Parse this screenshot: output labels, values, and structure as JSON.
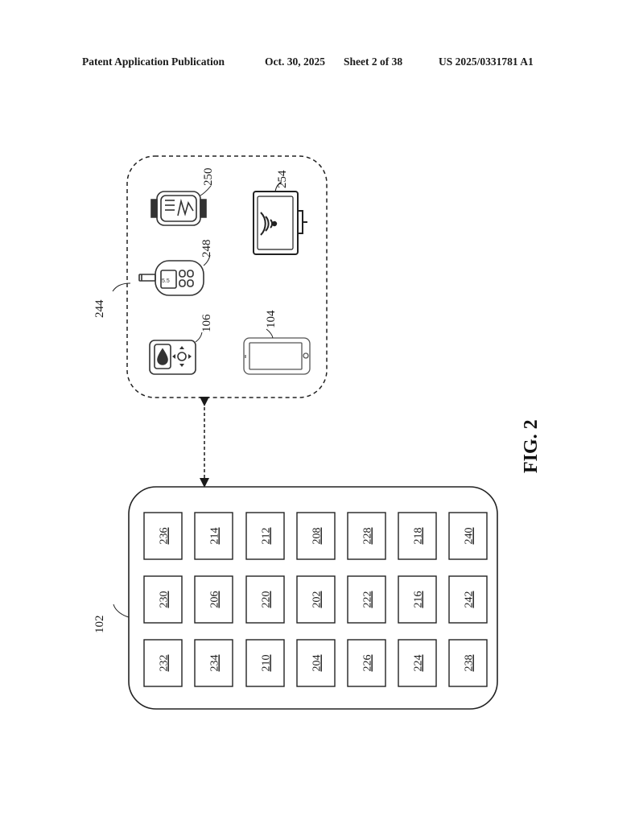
{
  "header": {
    "publication": "Patent Application Publication",
    "date": "Oct. 30, 2025",
    "sheet": "Sheet 2 of 38",
    "number": "US 2025/0331781 A1"
  },
  "figure_label": "FIG. 2",
  "reference_numerals": {
    "system": "102",
    "device_group": "244",
    "pump_device": "106",
    "meter_device": "248",
    "watch_device": "250",
    "phone_device": "104",
    "hub_device": "254"
  },
  "meter_display": "5.5",
  "module_columns": [
    [
      "232",
      "230",
      "236"
    ],
    [
      "234",
      "206",
      "214"
    ],
    [
      "210",
      "220",
      "212"
    ],
    [
      "204",
      "202",
      "208"
    ],
    [
      "226",
      "222",
      "228"
    ],
    [
      "224",
      "216",
      "218"
    ],
    [
      "238",
      "242",
      "240"
    ]
  ]
}
